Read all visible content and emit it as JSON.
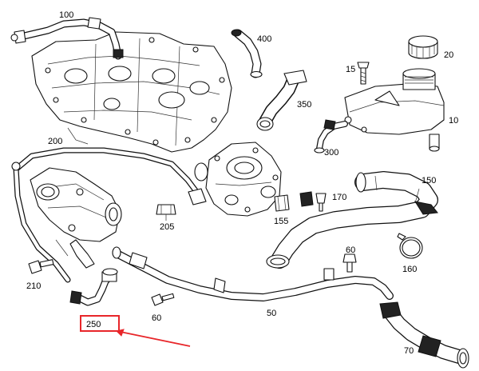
{
  "callouts": [
    {
      "id": "100",
      "text": "100"
    },
    {
      "id": "400",
      "text": "400"
    },
    {
      "id": "20",
      "text": "20"
    },
    {
      "id": "15",
      "text": "15"
    },
    {
      "id": "350",
      "text": "350"
    },
    {
      "id": "10",
      "text": "10"
    },
    {
      "id": "300",
      "text": "300"
    },
    {
      "id": "200",
      "text": "200"
    },
    {
      "id": "150",
      "text": "150"
    },
    {
      "id": "170",
      "text": "170"
    },
    {
      "id": "155",
      "text": "155"
    },
    {
      "id": "205",
      "text": "205"
    },
    {
      "id": "60a",
      "text": "60"
    },
    {
      "id": "160",
      "text": "160"
    },
    {
      "id": "210",
      "text": "210"
    },
    {
      "id": "250",
      "text": "250"
    },
    {
      "id": "50",
      "text": "50"
    },
    {
      "id": "60b",
      "text": "60"
    },
    {
      "id": "70",
      "text": "70"
    }
  ],
  "highlight": {
    "target": "250",
    "color": "#e8262a"
  }
}
